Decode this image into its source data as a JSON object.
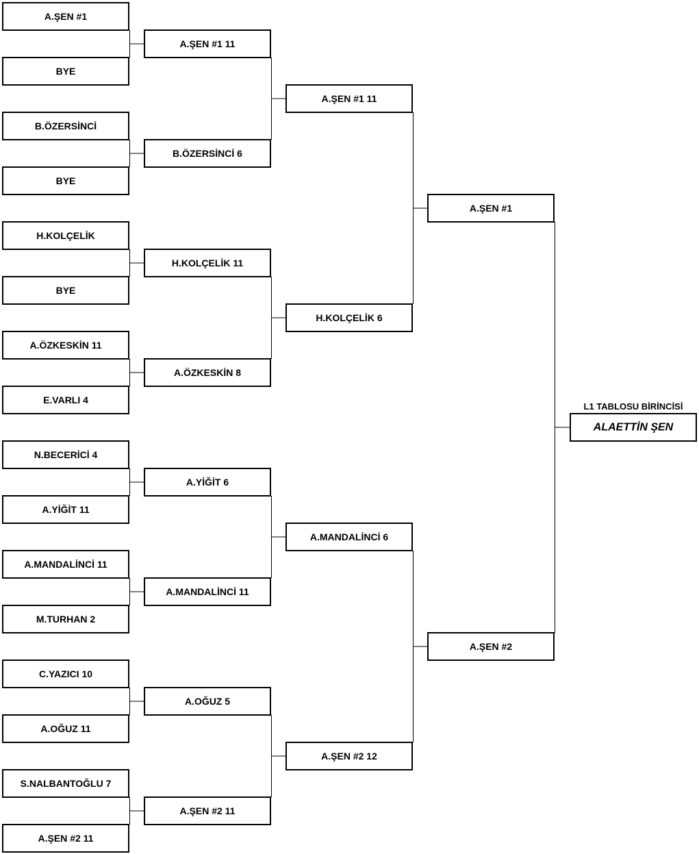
{
  "bracket": {
    "title": "L1 TABLOSU BİRİNCİSİ",
    "champion": "ALAETTİN ŞEN",
    "rounds": [
      {
        "name": "round-1",
        "slots": [
          "A.ŞEN #1",
          "BYE",
          "B.ÖZERSİNCİ",
          "BYE",
          "H.KOLÇELİK",
          "BYE",
          "A.ÖZKESKİN  11",
          "E.VARLI  4",
          "N.BECERİCİ  4",
          "A.YİĞİT  11",
          "A.MANDALİNCİ  11",
          "M.TURHAN  2",
          "C.YAZICI  10",
          "A.OĞUZ  11",
          "S.NALBANTOĞLU  7",
          "A.ŞEN #2  11"
        ]
      },
      {
        "name": "round-2",
        "slots": [
          "A.ŞEN #1  11",
          "B.ÖZERSİNCİ  6",
          "H.KOLÇELİK  11",
          "A.ÖZKESKİN  8",
          "A.YİĞİT  6",
          "A.MANDALİNCİ  11",
          "A.OĞUZ  5",
          "A.ŞEN #2  11"
        ]
      },
      {
        "name": "round-3",
        "slots": [
          "A.ŞEN #1  11",
          "H.KOLÇELİK  6",
          "A.MANDALİNCİ  6",
          "A.ŞEN #2  12"
        ]
      },
      {
        "name": "round-4",
        "slots": [
          "A.ŞEN #1",
          "A.ŞEN #2"
        ]
      }
    ]
  }
}
